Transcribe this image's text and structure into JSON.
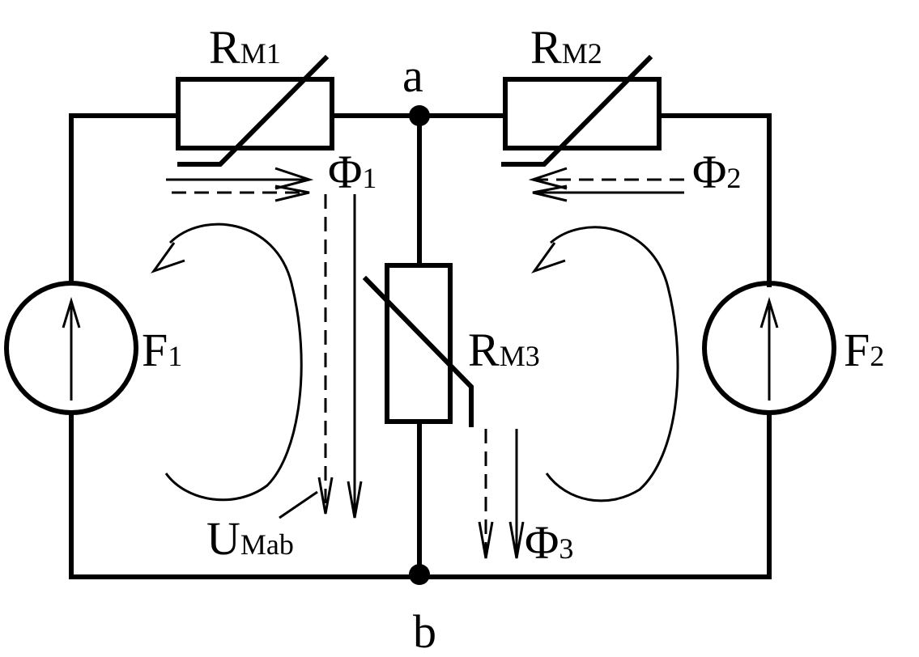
{
  "labels": {
    "node_a": "a",
    "node_b": "b",
    "rm1_main": "R",
    "rm1_sub": "M1",
    "rm2_main": "R",
    "rm2_sub": "M2",
    "rm3_main": "R",
    "rm3_sub": "M3",
    "phi1_main": "Φ",
    "phi1_sub": "1",
    "phi2_main": "Φ",
    "phi2_sub": "2",
    "phi3_main": "Φ",
    "phi3_sub": "3",
    "f1_main": "F",
    "f1_sub": "1",
    "f2_main": "F",
    "f2_sub": "2",
    "umab_main": "U",
    "umab_sub": "Mab"
  },
  "colors": {
    "ink": "#000000",
    "background": "#ffffff"
  }
}
